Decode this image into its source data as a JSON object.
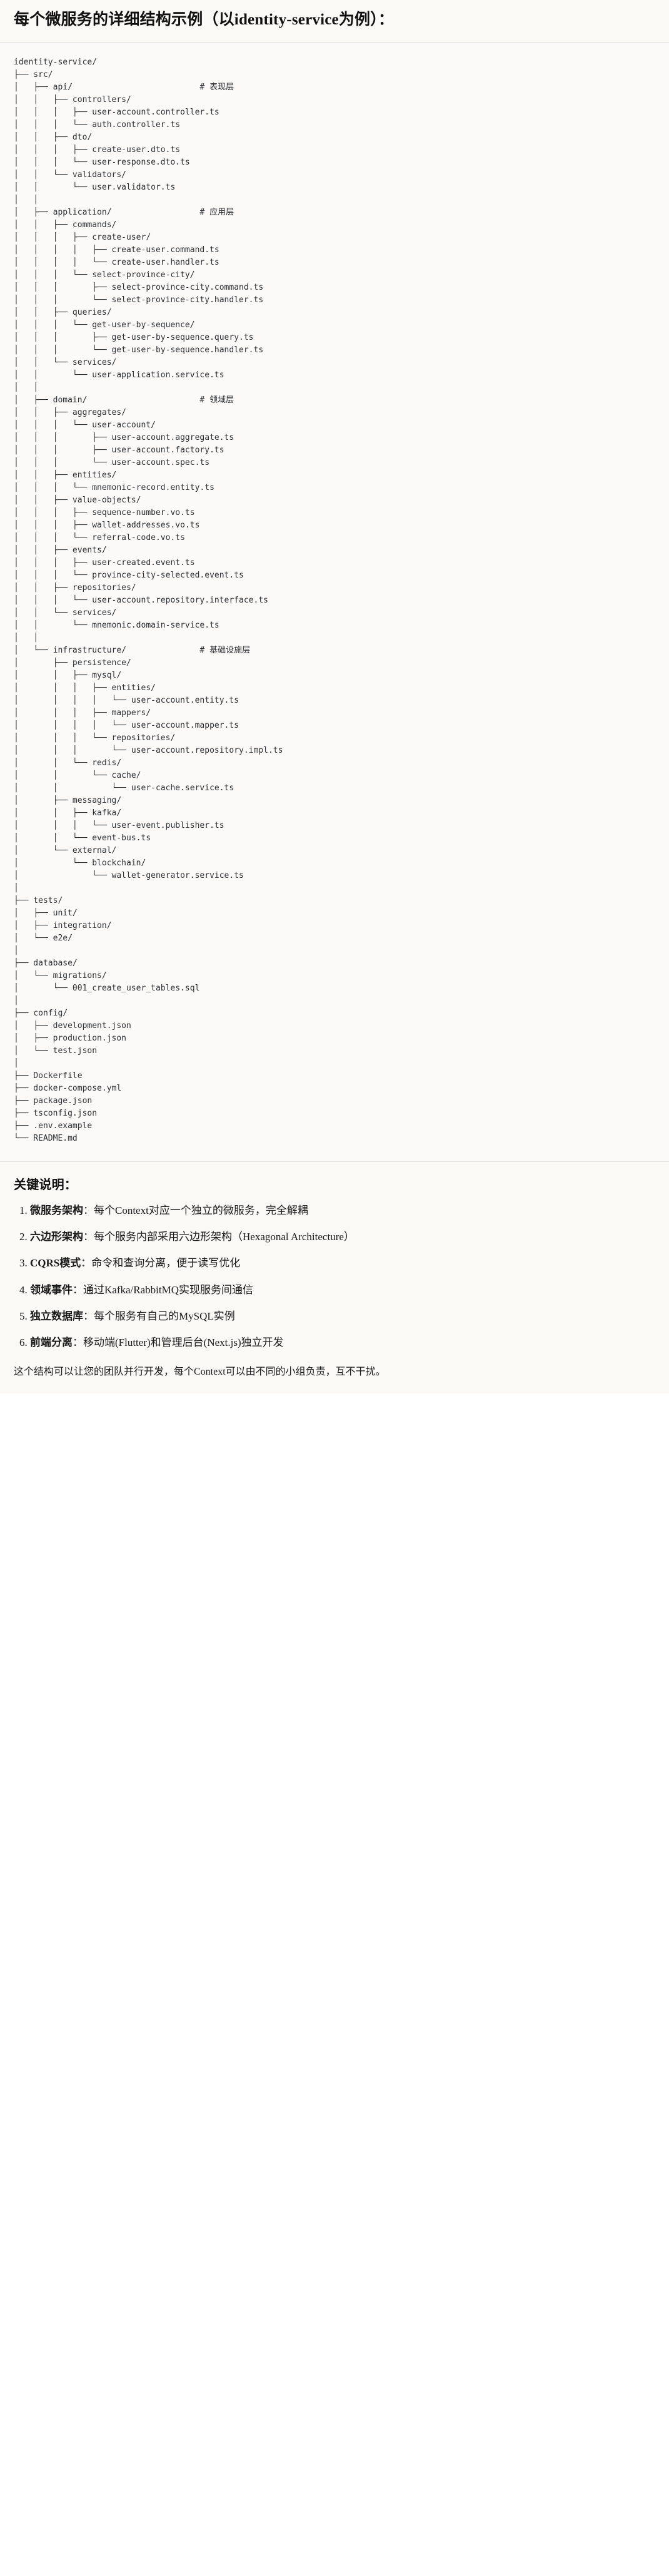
{
  "header": {
    "title": "每个微服务的详细结构示例（以identity-service为例）："
  },
  "tree": {
    "root": "identity-service/",
    "text": "identity-service/\n├── src/\n│   ├── api/                          # 表现层\n│   │   ├── controllers/\n│   │   │   ├── user-account.controller.ts\n│   │   │   └── auth.controller.ts\n│   │   ├── dto/\n│   │   │   ├── create-user.dto.ts\n│   │   │   └── user-response.dto.ts\n│   │   └── validators/\n│   │       └── user.validator.ts\n│   │\n│   ├── application/                  # 应用层\n│   │   ├── commands/\n│   │   │   ├── create-user/\n│   │   │   │   ├── create-user.command.ts\n│   │   │   │   └── create-user.handler.ts\n│   │   │   └── select-province-city/\n│   │   │       ├── select-province-city.command.ts\n│   │   │       └── select-province-city.handler.ts\n│   │   ├── queries/\n│   │   │   └── get-user-by-sequence/\n│   │   │       ├── get-user-by-sequence.query.ts\n│   │   │       └── get-user-by-sequence.handler.ts\n│   │   └── services/\n│   │       └── user-application.service.ts\n│   │\n│   ├── domain/                       # 领域层\n│   │   ├── aggregates/\n│   │   │   └── user-account/\n│   │   │       ├── user-account.aggregate.ts\n│   │   │       ├── user-account.factory.ts\n│   │   │       └── user-account.spec.ts\n│   │   ├── entities/\n│   │   │   └── mnemonic-record.entity.ts\n│   │   ├── value-objects/\n│   │   │   ├── sequence-number.vo.ts\n│   │   │   ├── wallet-addresses.vo.ts\n│   │   │   └── referral-code.vo.ts\n│   │   ├── events/\n│   │   │   ├── user-created.event.ts\n│   │   │   └── province-city-selected.event.ts\n│   │   ├── repositories/\n│   │   │   └── user-account.repository.interface.ts\n│   │   └── services/\n│   │       └── mnemonic.domain-service.ts\n│   │\n│   └── infrastructure/               # 基础设施层\n│       ├── persistence/\n│       │   ├── mysql/\n│       │   │   ├── entities/\n│       │   │   │   └── user-account.entity.ts\n│       │   │   ├── mappers/\n│       │   │   │   └── user-account.mapper.ts\n│       │   │   └── repositories/\n│       │   │       └── user-account.repository.impl.ts\n│       │   └── redis/\n│       │       └── cache/\n│       │           └── user-cache.service.ts\n│       ├── messaging/\n│       │   ├── kafka/\n│       │   │   └── user-event.publisher.ts\n│       │   └── event-bus.ts\n│       └── external/\n│           └── blockchain/\n│               └── wallet-generator.service.ts\n│\n├── tests/\n│   ├── unit/\n│   ├── integration/\n│   └── e2e/\n│\n├── database/\n│   └── migrations/\n│       └── 001_create_user_tables.sql\n│\n├── config/\n│   ├── development.json\n│   ├── production.json\n│   └── test.json\n│\n├── Dockerfile\n├── docker-compose.yml\n├── package.json\n├── tsconfig.json\n├── .env.example\n└── README.md",
    "comments": [
      {
        "label": "# 表现层",
        "for": "api/"
      },
      {
        "label": "# 应用层",
        "for": "application/"
      },
      {
        "label": "# 领域层",
        "for": "domain/"
      },
      {
        "label": "# 基础设施层",
        "for": "infrastructure/"
      }
    ]
  },
  "notes": {
    "title": "关键说明：",
    "items": [
      {
        "key": "微服务架构",
        "sep": "：",
        "desc": "每个Context对应一个独立的微服务，完全解耦"
      },
      {
        "key": "六边形架构",
        "sep": "：",
        "desc": "每个服务内部采用六边形架构（Hexagonal Architecture）"
      },
      {
        "key": "CQRS模式",
        "sep": "：",
        "desc": "命令和查询分离，便于读写优化"
      },
      {
        "key": "领域事件",
        "sep": "：",
        "desc": "通过Kafka/RabbitMQ实现服务间通信"
      },
      {
        "key": "独立数据库",
        "sep": "：",
        "desc": "每个服务有自己的MySQL实例"
      },
      {
        "key": "前端分离",
        "sep": "：",
        "desc": "移动端(Flutter)和管理后台(Next.js)独立开发"
      }
    ],
    "closing": "这个结构可以让您的团队并行开发，每个Context可以由不同的小组负责，互不干扰。"
  }
}
